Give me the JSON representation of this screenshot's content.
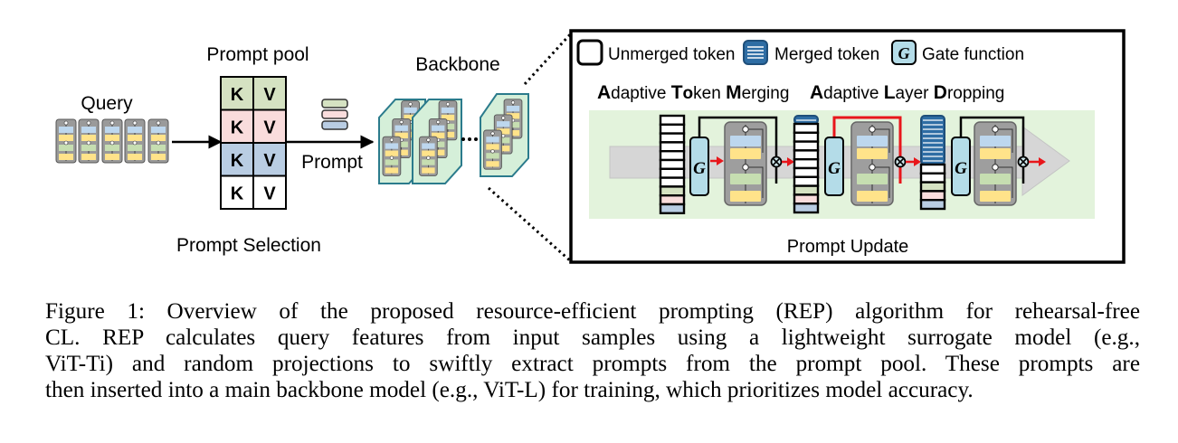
{
  "figure": {
    "query_label": "Query",
    "prompt_pool_label": "Prompt pool",
    "prompt_label": "Prompt",
    "prompt_selection_label": "Prompt Selection",
    "backbone_label": "Backbone",
    "prompt_update_label": "Prompt Update",
    "pool_rows": [
      {
        "key": "K",
        "value": "V",
        "color": "#d5e2c2"
      },
      {
        "key": "K",
        "value": "V",
        "color": "#f9dcdc"
      },
      {
        "key": "K",
        "value": "V",
        "color": "#b9cde3"
      },
      {
        "key": "K",
        "value": "V",
        "color": "#ffffff"
      }
    ],
    "prompt_stack_colors": [
      "#d5e2c2",
      "#f9dcdc",
      "#b9cde3"
    ],
    "legend": {
      "unmerged": "Unmerged token",
      "merged": "Merged token",
      "gate_symbol": "G",
      "gate": "Gate function"
    },
    "atm": {
      "A": "A",
      "a_rest": "daptive ",
      "T": "T",
      "o": "o",
      "t_rest": "ken ",
      "M": "M",
      "m_rest": "erging"
    },
    "ald": {
      "A": "A",
      "a_rest": "daptive ",
      "L": "L",
      "l_rest": "ayer ",
      "D": "D",
      "d_rest": "ropping"
    },
    "gate_symbol": "G",
    "multiply_symbol": "⊗",
    "add_symbol": "⊕",
    "colors": {
      "green_block": "#c6deb1",
      "blue_block": "#bdd7ee",
      "yellow_block": "#ffe38a",
      "gate_fill": "#b4dce8",
      "merged_fill": "#2e6da4",
      "panel_green": "#e3f3dc",
      "backbone_fill": "#d5efd9",
      "backbone_stroke": "#2b7b8c",
      "accent_red": "#e8161b"
    }
  },
  "caption": {
    "lines": [
      "Figure 1: Overview of the proposed resource-efficient prompting (REP) algorithm for rehearsal-free",
      "CL. REP calculates query features from input samples using a lightweight surrogate model (e.g.,",
      "ViT-Ti) and random projections to swiftly extract prompts from the prompt pool. These prompts are",
      "then inserted into a main backbone model (e.g., ViT-L) for training, which prioritizes model accuracy."
    ]
  }
}
